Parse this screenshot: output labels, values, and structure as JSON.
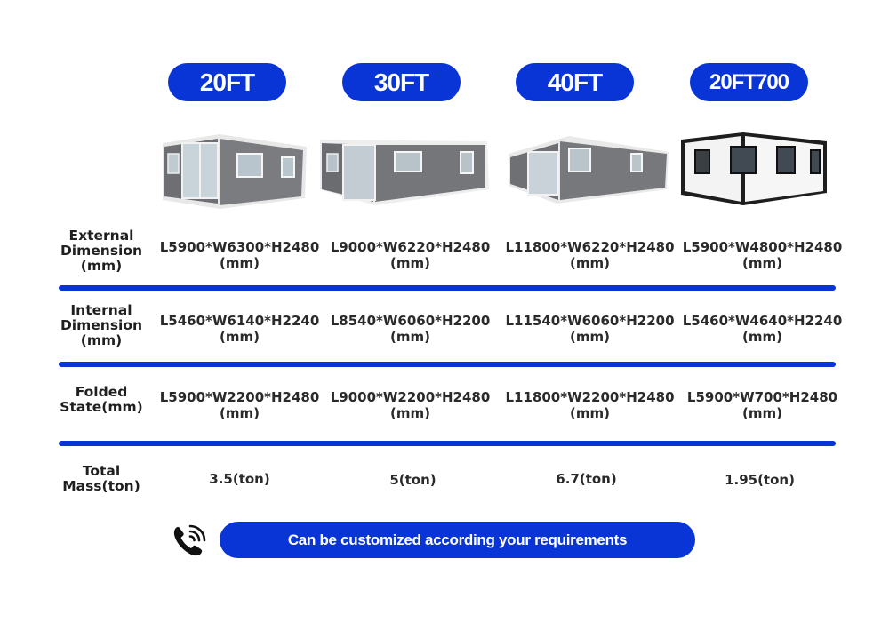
{
  "columns": [
    {
      "label": "20FT",
      "external": [
        "L5900*W6300*H2480",
        "(mm)"
      ],
      "internal": [
        "L5460*W6140*H2240",
        "(mm)"
      ],
      "folded": [
        "L5900*W2200*H2480",
        "(mm)"
      ],
      "mass": "3.5(ton)"
    },
    {
      "label": "30FT",
      "external": [
        "L9000*W6220*H2480",
        "(mm)"
      ],
      "internal": [
        "L8540*W6060*H2200",
        "(mm)"
      ],
      "folded": [
        "L9000*W2200*H2480",
        "(mm)"
      ],
      "mass": "5(ton)"
    },
    {
      "label": "40FT",
      "external": [
        "L11800*W6220*H2480",
        "(mm)"
      ],
      "internal": [
        "L11540*W6060*H2200",
        "(mm)"
      ],
      "folded": [
        "L11800*W2200*H2480",
        "(mm)"
      ],
      "mass": "6.7(ton)"
    },
    {
      "label": "20FT700",
      "external": [
        "L5900*W4800*H2480",
        "(mm)"
      ],
      "internal": [
        "L5460*W4640*H2240",
        "(mm)"
      ],
      "folded": [
        "L5900*W700*H2480",
        "(mm)"
      ],
      "mass": "1.95(ton)"
    }
  ],
  "row_labels": {
    "external": [
      "External",
      "Dimension",
      "(mm)"
    ],
    "internal": [
      "Internal",
      "Dimension",
      "(mm)"
    ],
    "folded": [
      "Folded",
      "State(mm)"
    ],
    "mass": [
      "Total",
      "Mass(ton)"
    ]
  },
  "banner": {
    "text": "Can be customized according your requirements",
    "icon": "phone-icon"
  },
  "colors": {
    "accent": "#0a35d6",
    "text": "#222222",
    "background": "#ffffff"
  }
}
